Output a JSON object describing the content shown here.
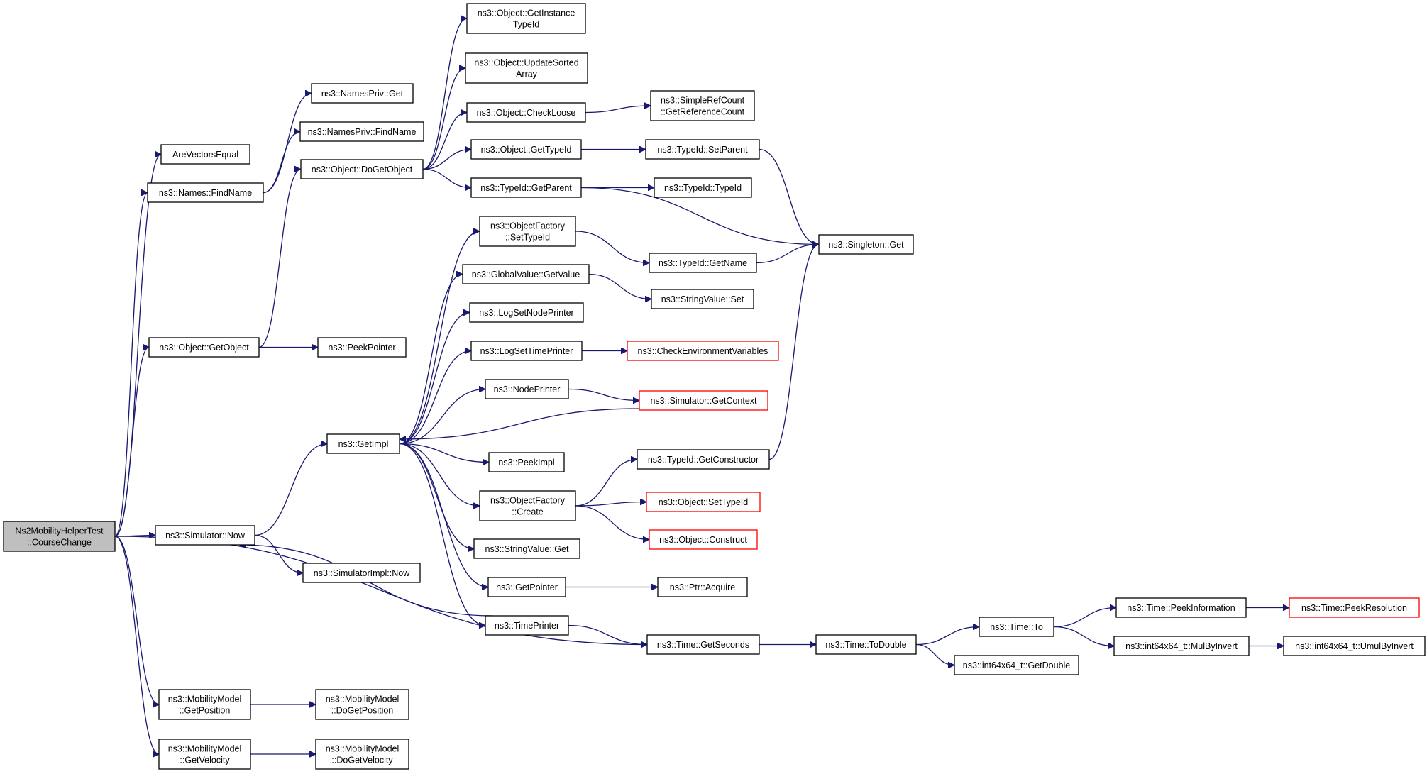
{
  "graph": {
    "nodes": [
      {
        "id": "root",
        "lines": [
          "Ns2MobilityHelperTest",
          "::CourseChange"
        ],
        "style": "root"
      },
      {
        "id": "arevec",
        "lines": [
          "AreVectorsEqual"
        ],
        "style": "normal"
      },
      {
        "id": "namesfind",
        "lines": [
          "ns3::Names::FindName"
        ],
        "style": "normal"
      },
      {
        "id": "getobject",
        "lines": [
          "ns3::Object::GetObject"
        ],
        "style": "normal"
      },
      {
        "id": "simnow",
        "lines": [
          "ns3::Simulator::Now"
        ],
        "style": "normal"
      },
      {
        "id": "mmgetpos",
        "lines": [
          "ns3::MobilityModel",
          "::GetPosition"
        ],
        "style": "normal"
      },
      {
        "id": "mmgetvel",
        "lines": [
          "ns3::MobilityModel",
          "::GetVelocity"
        ],
        "style": "normal"
      },
      {
        "id": "npget",
        "lines": [
          "ns3::NamesPriv::Get"
        ],
        "style": "normal"
      },
      {
        "id": "npfind",
        "lines": [
          "ns3::NamesPriv::FindName"
        ],
        "style": "normal"
      },
      {
        "id": "dogetobj",
        "lines": [
          "ns3::Object::DoGetObject"
        ],
        "style": "normal"
      },
      {
        "id": "peekptr",
        "lines": [
          "ns3::PeekPointer"
        ],
        "style": "normal"
      },
      {
        "id": "getimpl",
        "lines": [
          "ns3::GetImpl"
        ],
        "style": "normal"
      },
      {
        "id": "simimplnow",
        "lines": [
          "ns3::SimulatorImpl::Now"
        ],
        "style": "normal"
      },
      {
        "id": "mmdogetpos",
        "lines": [
          "ns3::MobilityModel",
          "::DoGetPosition"
        ],
        "style": "normal"
      },
      {
        "id": "mmdogetvel",
        "lines": [
          "ns3::MobilityModel",
          "::DoGetVelocity"
        ],
        "style": "normal"
      },
      {
        "id": "getinsttid",
        "lines": [
          "ns3::Object::GetInstance",
          "TypeId"
        ],
        "style": "normal"
      },
      {
        "id": "updsorted",
        "lines": [
          "ns3::Object::UpdateSorted",
          "Array"
        ],
        "style": "normal"
      },
      {
        "id": "checkloose",
        "lines": [
          "ns3::Object::CheckLoose"
        ],
        "style": "normal"
      },
      {
        "id": "objgettid",
        "lines": [
          "ns3::Object::GetTypeId"
        ],
        "style": "normal"
      },
      {
        "id": "tidgetparent",
        "lines": [
          "ns3::TypeId::GetParent"
        ],
        "style": "normal"
      },
      {
        "id": "ofsettid",
        "lines": [
          "ns3::ObjectFactory",
          "::SetTypeId"
        ],
        "style": "normal"
      },
      {
        "id": "gvgetval",
        "lines": [
          "ns3::GlobalValue::GetValue"
        ],
        "style": "normal"
      },
      {
        "id": "lognode",
        "lines": [
          "ns3::LogSetNodePrinter"
        ],
        "style": "normal"
      },
      {
        "id": "logtime",
        "lines": [
          "ns3::LogSetTimePrinter"
        ],
        "style": "normal"
      },
      {
        "id": "nodeprinter",
        "lines": [
          "ns3::NodePrinter"
        ],
        "style": "normal"
      },
      {
        "id": "peekimpl",
        "lines": [
          "ns3::PeekImpl"
        ],
        "style": "normal"
      },
      {
        "id": "ofcreate",
        "lines": [
          "ns3::ObjectFactory",
          "::Create"
        ],
        "style": "normal"
      },
      {
        "id": "svget",
        "lines": [
          "ns3::StringValue::Get"
        ],
        "style": "normal"
      },
      {
        "id": "getpointer",
        "lines": [
          "ns3::GetPointer"
        ],
        "style": "normal"
      },
      {
        "id": "timeprinter",
        "lines": [
          "ns3::TimePrinter"
        ],
        "style": "normal"
      },
      {
        "id": "srcgetref",
        "lines": [
          "ns3::SimpleRefCount",
          "::GetReferenceCount"
        ],
        "style": "normal"
      },
      {
        "id": "tidsetparent",
        "lines": [
          "ns3::TypeId::SetParent"
        ],
        "style": "normal"
      },
      {
        "id": "tidtypeid",
        "lines": [
          "ns3::TypeId::TypeId"
        ],
        "style": "normal"
      },
      {
        "id": "tidgetname",
        "lines": [
          "ns3::TypeId::GetName"
        ],
        "style": "normal"
      },
      {
        "id": "svset",
        "lines": [
          "ns3::StringValue::Set"
        ],
        "style": "normal"
      },
      {
        "id": "checkenv",
        "lines": [
          "ns3::CheckEnvironmentVariables"
        ],
        "style": "red"
      },
      {
        "id": "simgetctx",
        "lines": [
          "ns3::Simulator::GetContext"
        ],
        "style": "red"
      },
      {
        "id": "tidgetctor",
        "lines": [
          "ns3::TypeId::GetConstructor"
        ],
        "style": "normal"
      },
      {
        "id": "objsettid",
        "lines": [
          "ns3::Object::SetTypeId"
        ],
        "style": "red"
      },
      {
        "id": "objconstruct",
        "lines": [
          "ns3::Object::Construct"
        ],
        "style": "red"
      },
      {
        "id": "ptracquire",
        "lines": [
          "ns3::Ptr::Acquire"
        ],
        "style": "normal"
      },
      {
        "id": "timegetsec",
        "lines": [
          "ns3::Time::GetSeconds"
        ],
        "style": "normal"
      },
      {
        "id": "singleton",
        "lines": [
          "ns3::Singleton::Get"
        ],
        "style": "normal"
      },
      {
        "id": "timetodouble",
        "lines": [
          "ns3::Time::ToDouble"
        ],
        "style": "normal"
      },
      {
        "id": "timeto",
        "lines": [
          "ns3::Time::To"
        ],
        "style": "normal"
      },
      {
        "id": "i64getdouble",
        "lines": [
          "ns3::int64x64_t::GetDouble"
        ],
        "style": "normal"
      },
      {
        "id": "timepeekinfo",
        "lines": [
          "ns3::Time::PeekInformation"
        ],
        "style": "normal"
      },
      {
        "id": "i64mulbyinv",
        "lines": [
          "ns3::int64x64_t::MulByInvert"
        ],
        "style": "normal"
      },
      {
        "id": "timepeekres",
        "lines": [
          "ns3::Time::PeekResolution"
        ],
        "style": "red"
      },
      {
        "id": "i64umulbyinv",
        "lines": [
          "ns3::int64x64_t::UmulByInvert"
        ],
        "style": "normal"
      }
    ],
    "edges": [
      [
        "root",
        "arevec"
      ],
      [
        "root",
        "namesfind"
      ],
      [
        "root",
        "getobject"
      ],
      [
        "root",
        "simnow"
      ],
      [
        "root",
        "timegetsec"
      ],
      [
        "root",
        "mmgetpos"
      ],
      [
        "root",
        "mmgetvel"
      ],
      [
        "namesfind",
        "npget"
      ],
      [
        "namesfind",
        "npfind"
      ],
      [
        "getobject",
        "dogetobj"
      ],
      [
        "getobject",
        "peekptr"
      ],
      [
        "dogetobj",
        "getinsttid"
      ],
      [
        "dogetobj",
        "updsorted"
      ],
      [
        "dogetobj",
        "checkloose"
      ],
      [
        "dogetobj",
        "objgettid"
      ],
      [
        "dogetobj",
        "tidgetparent"
      ],
      [
        "checkloose",
        "srcgetref"
      ],
      [
        "objgettid",
        "tidsetparent"
      ],
      [
        "tidgetparent",
        "tidtypeid"
      ],
      [
        "tidgetparent",
        "singleton"
      ],
      [
        "tidsetparent",
        "singleton"
      ],
      [
        "simnow",
        "getimpl"
      ],
      [
        "simnow",
        "simimplnow"
      ],
      [
        "getimpl",
        "ofsettid"
      ],
      [
        "getimpl",
        "gvgetval"
      ],
      [
        "getimpl",
        "lognode"
      ],
      [
        "getimpl",
        "logtime"
      ],
      [
        "getimpl",
        "nodeprinter"
      ],
      [
        "getimpl",
        "peekimpl"
      ],
      [
        "getimpl",
        "ofcreate"
      ],
      [
        "getimpl",
        "svget"
      ],
      [
        "getimpl",
        "getpointer"
      ],
      [
        "getimpl",
        "timeprinter"
      ],
      [
        "ofsettid",
        "tidgetname"
      ],
      [
        "tidgetname",
        "singleton"
      ],
      [
        "gvgetval",
        "svset"
      ],
      [
        "logtime",
        "checkenv"
      ],
      [
        "nodeprinter",
        "simgetctx"
      ],
      [
        "simgetctx",
        "getimpl"
      ],
      [
        "ofcreate",
        "tidgetctor"
      ],
      [
        "ofcreate",
        "objsettid"
      ],
      [
        "ofcreate",
        "objconstruct"
      ],
      [
        "tidgetctor",
        "singleton"
      ],
      [
        "getpointer",
        "ptracquire"
      ],
      [
        "timeprinter",
        "simnow"
      ],
      [
        "timeprinter",
        "timegetsec"
      ],
      [
        "timegetsec",
        "timetodouble"
      ],
      [
        "timetodouble",
        "timeto"
      ],
      [
        "timetodouble",
        "i64getdouble"
      ],
      [
        "timeto",
        "timepeekinfo"
      ],
      [
        "timeto",
        "i64mulbyinv"
      ],
      [
        "timepeekinfo",
        "timepeekres"
      ],
      [
        "i64mulbyinv",
        "i64umulbyinv"
      ],
      [
        "mmgetpos",
        "mmdogetpos"
      ],
      [
        "mmgetvel",
        "mmdogetvel"
      ]
    ]
  }
}
